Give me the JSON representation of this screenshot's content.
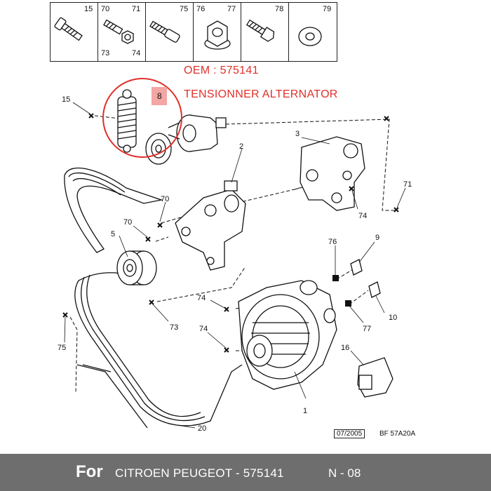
{
  "legend": {
    "cells": [
      {
        "labels": [
          "15"
        ]
      },
      {
        "labels": [
          "70",
          "71",
          "73",
          "74"
        ]
      },
      {
        "labels": [
          "75"
        ]
      },
      {
        "labels": [
          "76",
          "77"
        ]
      },
      {
        "labels": [
          "78"
        ]
      },
      {
        "labels": [
          "79"
        ]
      }
    ]
  },
  "annotation": {
    "oem": "OEM : 575141",
    "title": "TENSIONNER ALTERNATOR",
    "highlight_label": "8",
    "colors": {
      "accent": "#e0302a",
      "highlight": "#f3a6a3"
    }
  },
  "part_numbers": [
    "15",
    "1",
    "2",
    "3",
    "71",
    "70",
    "70",
    "5",
    "74",
    "76",
    "9",
    "74",
    "73",
    "74",
    "77",
    "10",
    "75",
    "16",
    "20"
  ],
  "reference": {
    "date": "07/2005",
    "code": "BF 57A20A"
  },
  "footer": {
    "prefix": "For",
    "description": "CITROEN PEUGEOT - 575141",
    "code": "N - 08",
    "background": "#6e6e6e"
  }
}
